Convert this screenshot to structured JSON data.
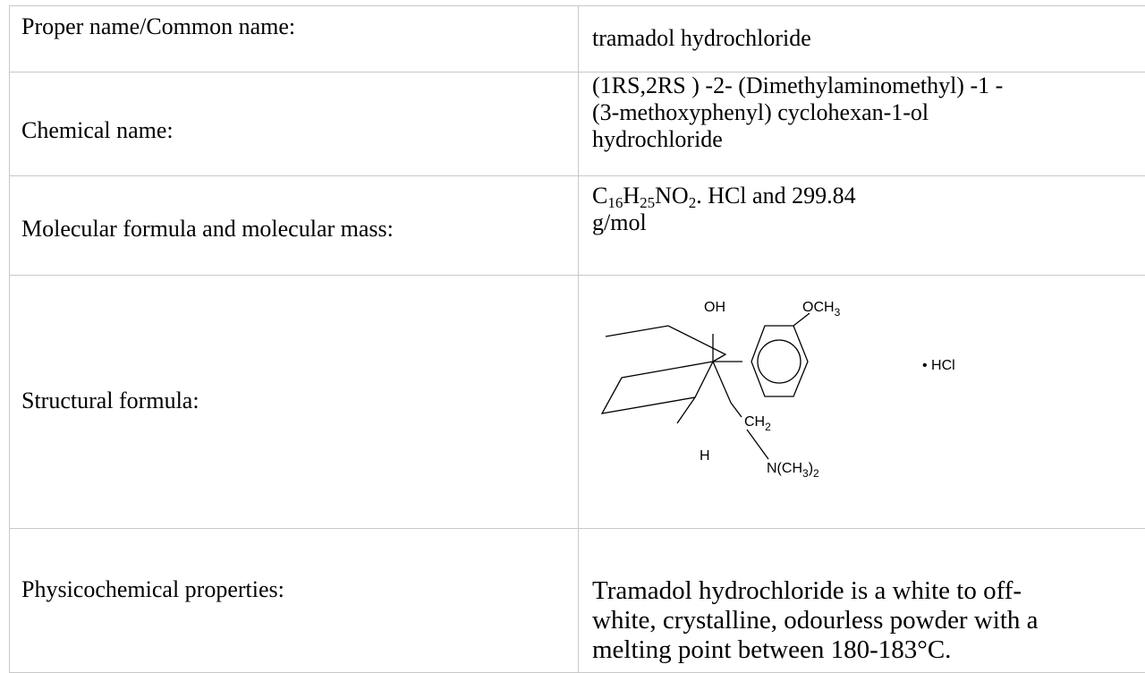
{
  "rows": {
    "proper_name": {
      "label": "Proper name/Common name:",
      "value": "tramadol hydrochloride"
    },
    "chemical_name": {
      "label": "Chemical name:",
      "lines": [
        "(1RS,2RS ) -2- (Dimethylaminomethyl) -1 -",
        "(3-methoxyphenyl) cyclohexan-1-ol",
        "hydrochloride"
      ]
    },
    "molecular_formula": {
      "label": "Molecular formula and molecular mass:",
      "formula": {
        "c": "C",
        "c_count": "16",
        "h": "H",
        "h_count": "25",
        "no": "NO",
        "o_count": "2",
        "suffix": ". HCl and 299.84"
      },
      "line2": "g/mol"
    },
    "structural_formula": {
      "label": "Structural formula:",
      "atoms": {
        "oh": "OH",
        "och3": "OCH",
        "och3_sub": "3",
        "ch2": "CH",
        "ch2_sub": "2",
        "h": "H",
        "nme2_a": "N(CH",
        "nme2_sub": "3",
        "nme2_b": ")",
        "nme2_sub2": "2",
        "salt": "• HCl"
      }
    },
    "physicochemical": {
      "label": "Physicochemical properties:",
      "lines": [
        "Tramadol hydrochloride is a white to off-",
        "white, crystalline, odourless powder with a",
        "melting point between 180-183°C."
      ]
    }
  }
}
